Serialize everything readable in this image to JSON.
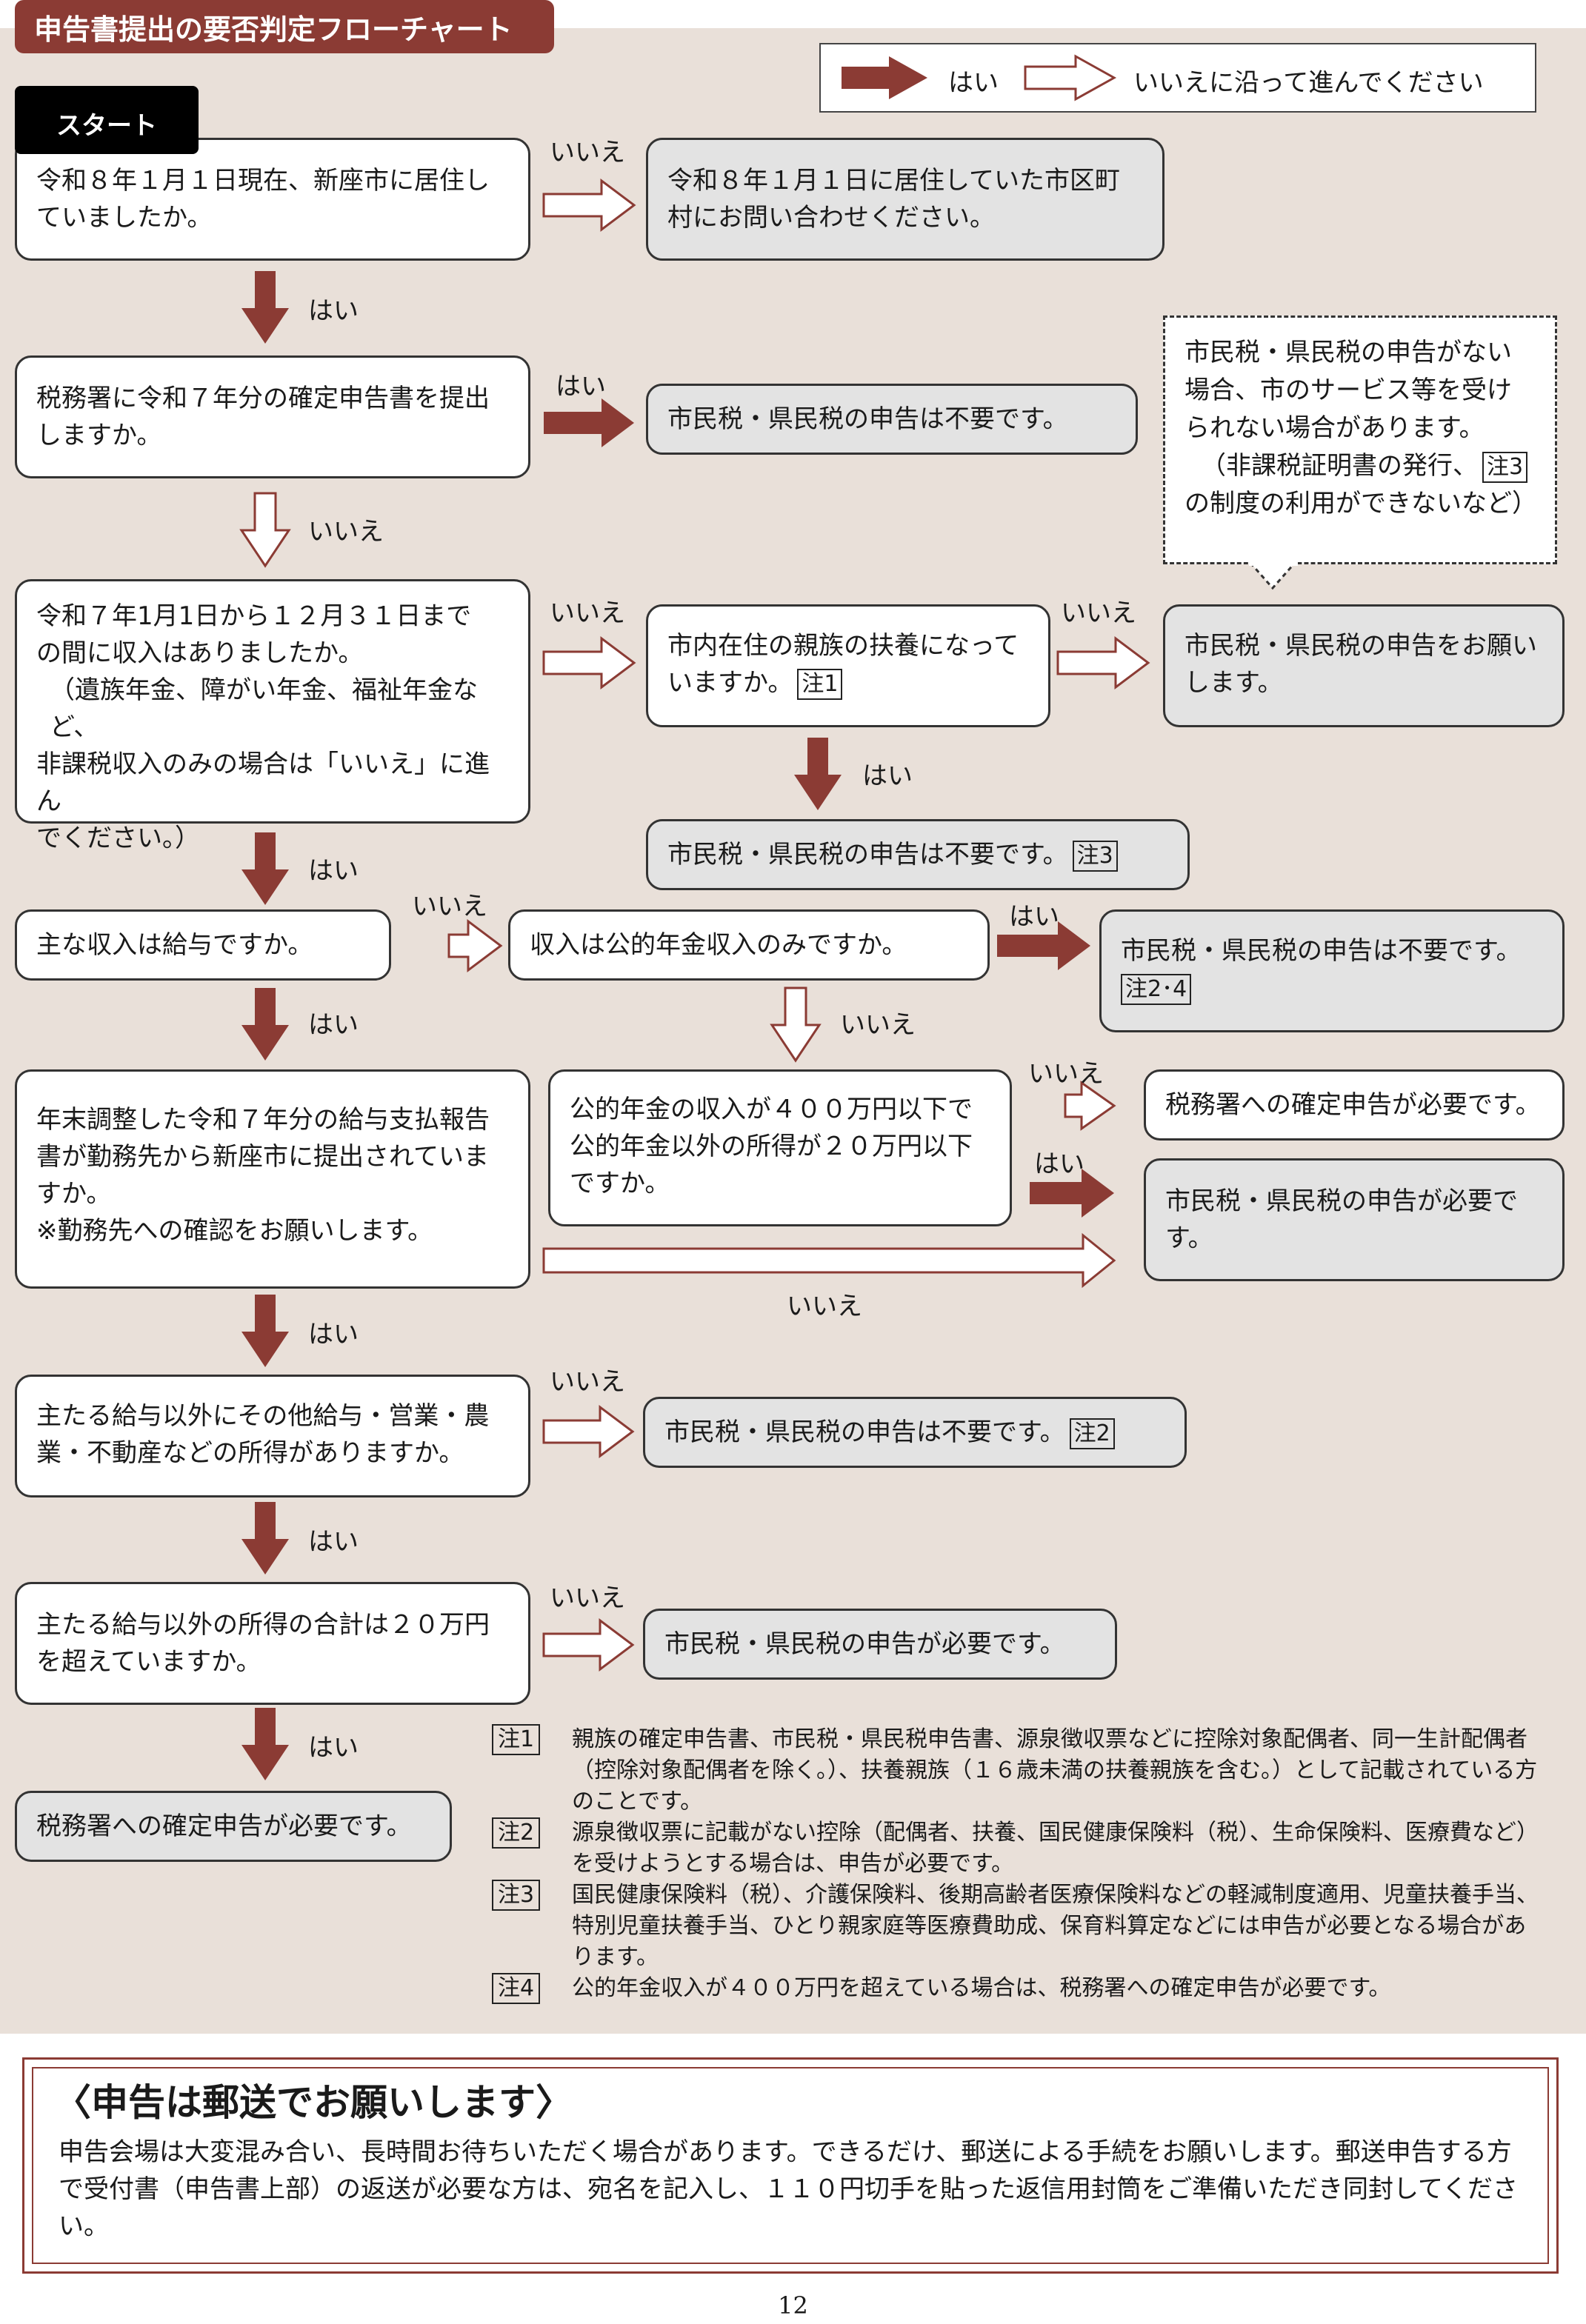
{
  "page_title": "申告書提出の要否判定フローチャート",
  "legend": {
    "yes": "はい",
    "no_text": "いいえに沿って進んでください"
  },
  "start": "スタート",
  "labels": {
    "yes": "はい",
    "no": "いいえ"
  },
  "nodes": {
    "q1": "令和８年１月１日現在、新座市に居住していましたか。",
    "r_ask_city": "令和８年１月１日に居住していた市区町村にお問い合わせください。",
    "q2": "税務署に令和７年分の確定申告書を提出しますか。",
    "r_not_required": "市民税・県民税の申告は不要です。",
    "caution": [
      "市民税・県民税の申告がない",
      "場合、市のサービス等を受け",
      "られない場合があります。",
      "（非課税証明書の発行、",
      "の制度の利用ができないなど）"
    ],
    "q3": [
      "令和７年1月1日から１２月３１日まで",
      "の間に収入はありましたか。",
      "（遺族年金、障がい年金、福祉年金など、",
      "非課税収入のみの場合は「いいえ」に進ん",
      "でください。）"
    ],
    "q_dependent": "市内在住の親族の扶養になっていますか。",
    "r_request": "市民税・県民税の申告をお願いします。",
    "r_not_required_n3": "市民税・県民税の申告は不要です。",
    "q4": "主な収入は給与ですか。",
    "q_pension_only": "収入は公的年金収入のみですか。",
    "r_not_required_n24": "市民税・県民税の申告は不要です。",
    "q5": [
      "年末調整した令和７年分の給与支払報告",
      "書が勤務先から新座市に提出されていま",
      "すか。",
      "※勤務先への確認をお願いします。"
    ],
    "q_pension_limits": [
      "公的年金の収入が４００万円以下で",
      "公的年金以外の所得が２０万円以下",
      "ですか。"
    ],
    "r_tax_office": "税務署への確定申告が必要です。",
    "r_required_long": "市民税・県民税の申告が必要です。",
    "q6": "主たる給与以外にその他給与・営業・農業・不動産などの所得がありますか。",
    "r_not_required_n2": "市民税・県民税の申告は不要です。",
    "q7": "主たる給与以外の所得の合計は２０万円を超えていますか。",
    "r_required": "市民税・県民税の申告が必要です。",
    "r_tax_office_final": "税務署への確定申告が必要です。"
  },
  "note_refs": {
    "n1": "注1",
    "n2": "注2",
    "n3": "注3",
    "n24": "注2･4"
  },
  "notes": [
    {
      "tag": "注1",
      "text": "親族の確定申告書、市民税・県民税申告書、源泉徴収票などに控除対象配偶者、同一生計配偶者（控除対象配偶者を除く。）、扶養親族（１６歳未満の扶養親族を含む。）として記載されている方のことです。"
    },
    {
      "tag": "注2",
      "text": "源泉徴収票に記載がない控除（配偶者、扶養、国民健康保険料（税）、生命保険料、医療費など）を受けようとする場合は、申告が必要です。"
    },
    {
      "tag": "注3",
      "text": "国民健康保険料（税）、介護保険料、後期高齢者医療保険料などの軽減制度適用、児童扶養手当、特別児童扶養手当、ひとり親家庭等医療費助成、保育料算定などには申告が必要となる場合があります。"
    },
    {
      "tag": "注4",
      "text": "公的年金収入が４００万円を超えている場合は、税務署への確定申告が必要です。"
    }
  ],
  "mail": {
    "title": "〈申告は郵送でお願いします〉",
    "body": "申告会場は大変混み合い、長時間お待ちいただく場合があります。できるだけ、郵送による手続をお願いします。郵送申告する方で受付書（申告書上部）の返送が必要な方は、宛名を記入し、１１０円切手を貼った返信用封筒をご準備いただき同封してください。"
  },
  "page_number": "12",
  "colors": {
    "accent": "#8b3b34",
    "panel": "#e9e0d9",
    "result_fill": "#e3e3e3"
  }
}
